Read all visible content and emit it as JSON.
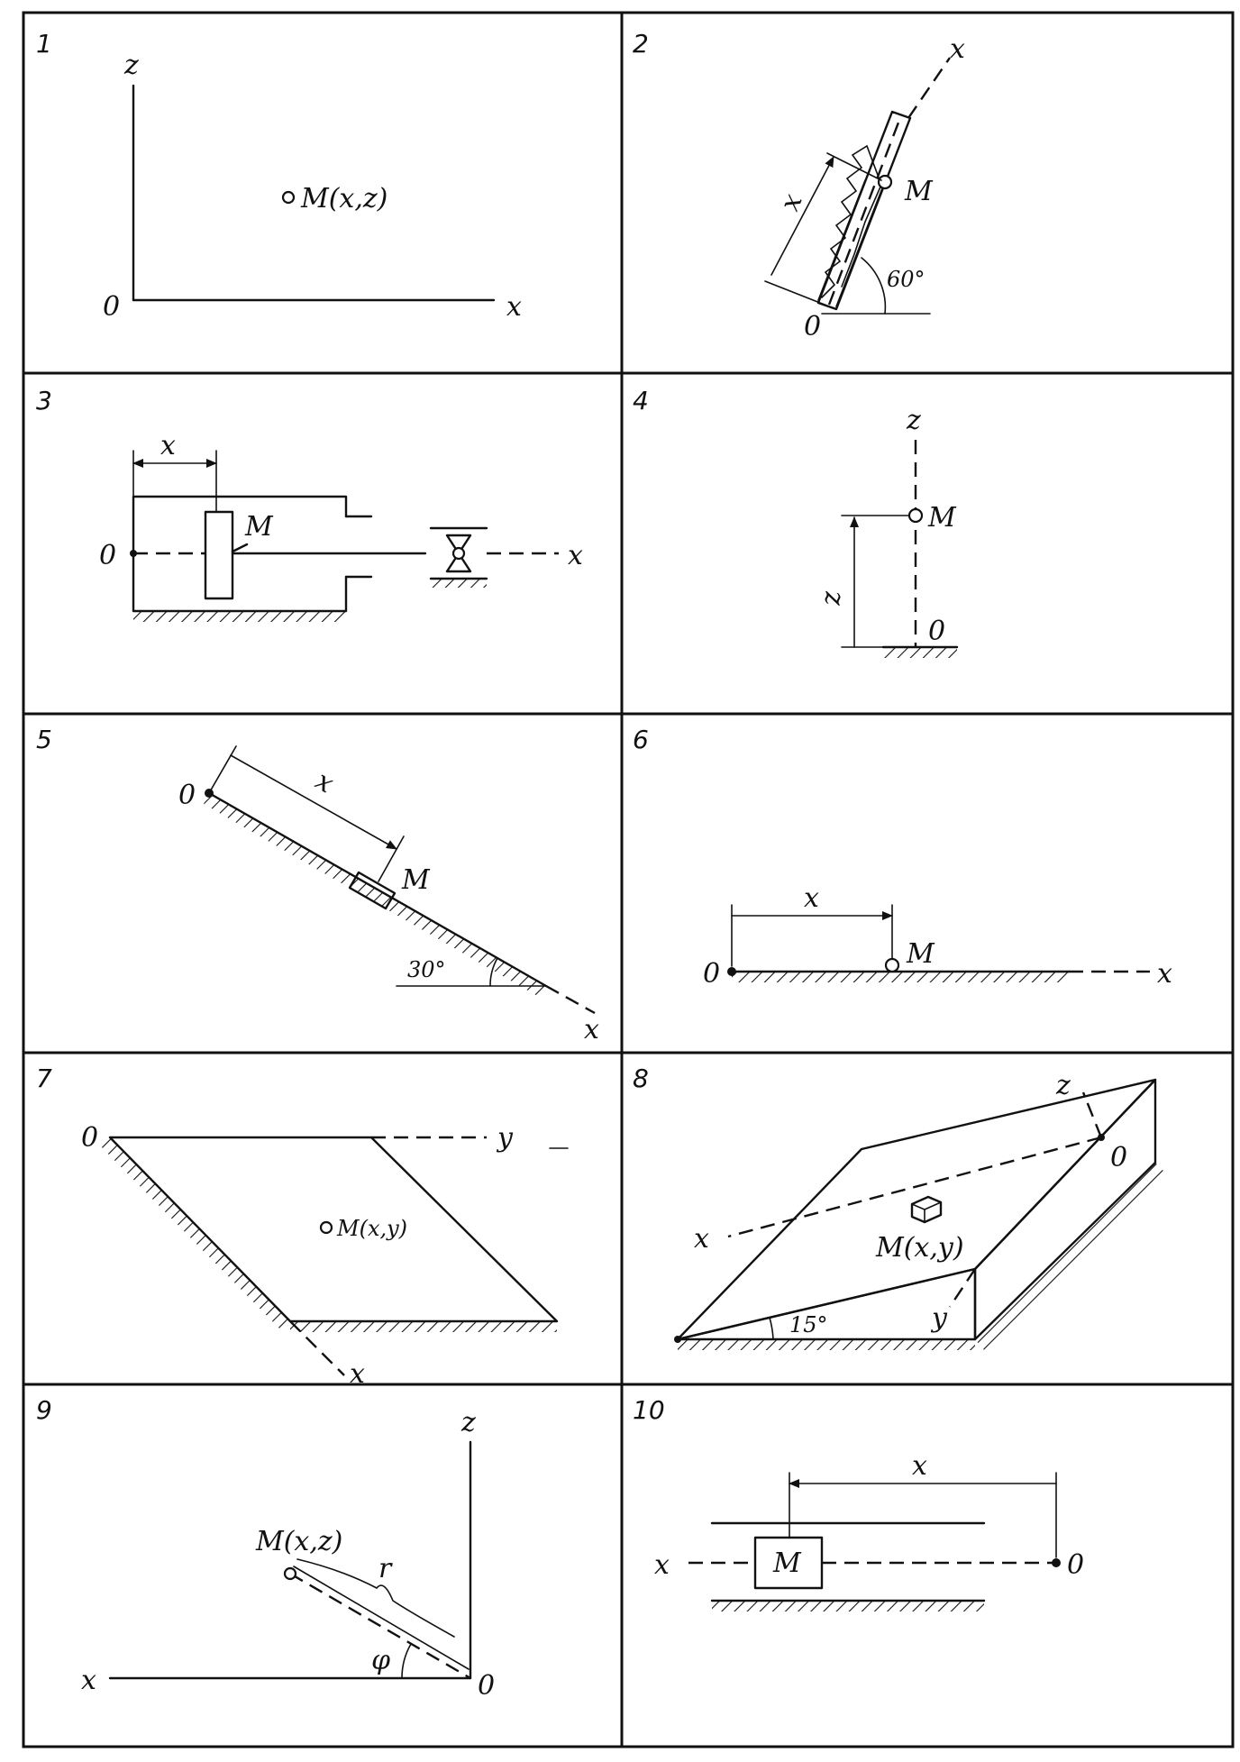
{
  "panels": [
    {
      "number": "1",
      "labels": {
        "z": "z",
        "origin": "0",
        "x": "x",
        "point": "M(x,z)"
      }
    },
    {
      "number": "2",
      "labels": {
        "x_axis": "x",
        "x_dim": "x",
        "m": "M",
        "angle": "60°",
        "origin": "0"
      }
    },
    {
      "number": "3",
      "labels": {
        "x_dim": "x",
        "m": "M",
        "origin": "0",
        "x_axis": "x"
      }
    },
    {
      "number": "4",
      "labels": {
        "z_axis": "z",
        "m": "M",
        "z_dim": "z",
        "origin": "0"
      }
    },
    {
      "number": "5",
      "labels": {
        "origin": "0",
        "x_dim": "x",
        "m": "M",
        "angle": "30°",
        "x_axis": "x"
      }
    },
    {
      "number": "6",
      "labels": {
        "x_dim": "x",
        "m": "M",
        "origin": "0",
        "x_axis": "x"
      }
    },
    {
      "number": "7",
      "labels": {
        "origin": "0",
        "y_axis": "y",
        "point": "M(x,y)",
        "x_axis": "x"
      }
    },
    {
      "number": "8",
      "labels": {
        "z_axis": "z",
        "origin": "0",
        "x_axis": "x",
        "point": "M(x,y)",
        "y_axis": "y",
        "angle": "15°"
      }
    },
    {
      "number": "9",
      "labels": {
        "z_axis": "z",
        "point": "M(x,z)",
        "r": "r",
        "phi": "φ",
        "x_axis": "x",
        "origin": "0"
      }
    },
    {
      "number": "10",
      "labels": {
        "x_dim": "x",
        "x_axis": "x",
        "m": "M",
        "origin": "0"
      }
    }
  ]
}
